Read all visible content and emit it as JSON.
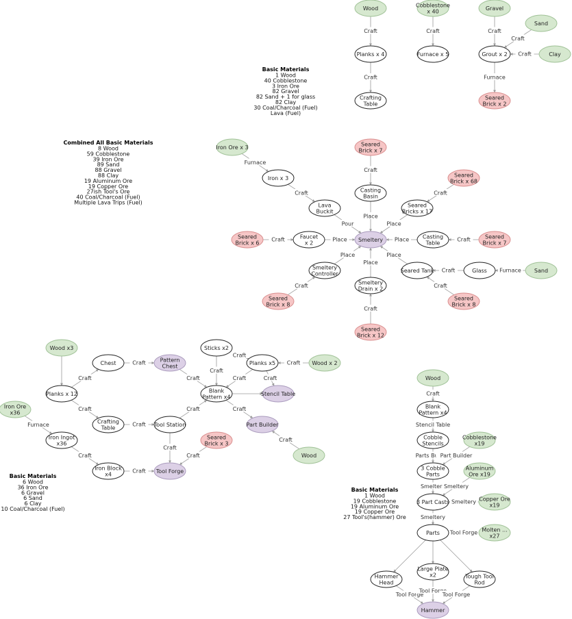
{
  "colors": {
    "white": {
      "fill": "#ffffff",
      "stroke": "#222222"
    },
    "green": {
      "fill": "#d6e8cf",
      "stroke": "#9fc196"
    },
    "red": {
      "fill": "#f6c6c6",
      "stroke": "#d98e8e"
    },
    "purple": {
      "fill": "#dcd0e6",
      "stroke": "#a99abc"
    },
    "edge": "#9a9a9a"
  },
  "notes": [
    {
      "id": "note1",
      "title": "Basic Materials",
      "lines": [
        "1 Wood",
        "40 Cobblestone",
        "3 Iron Ore",
        "82 Gravel",
        "82 Sand + 1 for glass",
        "82 Clay",
        "30 Coal/Charcoal (Fuel)",
        "Lava (Fuel)"
      ]
    },
    {
      "id": "note2",
      "title": "Combined All Basic Materials",
      "lines": [
        "8 Wood",
        "59 Cobblestone",
        "39 Iron Ore",
        "89 Sand",
        "88 Gravel",
        "88 Clay",
        "19 Aluminum Ore",
        "19 Copper Ore",
        "27ish Tool's Ore",
        "40 Coal/Charcoal (Fuel)",
        "Multiple Lava Trips (Fuel)"
      ]
    },
    {
      "id": "note3",
      "title": "Basic Materials",
      "lines": [
        "6 Wood",
        "36 Iron Ore",
        "6 Gravel",
        "6 Sand",
        "6 Clay",
        "10 Coal/Charcoal (Fuel)"
      ]
    },
    {
      "id": "note4",
      "title": "Basic Materials",
      "lines": [
        "1 Wood",
        "19 Cobblestone",
        "19 Aluminum Ore",
        "19 Copper Ore",
        "27 Tool's(hammer) Ore"
      ]
    }
  ],
  "nodes": [
    {
      "id": "wood1",
      "label": [
        "Wood"
      ],
      "color": "green"
    },
    {
      "id": "cobble40",
      "label": [
        "Cobblestone",
        "x 40"
      ],
      "color": "green"
    },
    {
      "id": "gravel",
      "label": [
        "Gravel"
      ],
      "color": "green"
    },
    {
      "id": "sand1",
      "label": [
        "Sand"
      ],
      "color": "green"
    },
    {
      "id": "clay",
      "label": [
        "Clay"
      ],
      "color": "green"
    },
    {
      "id": "planks4",
      "label": [
        "Planks x 4"
      ],
      "color": "white"
    },
    {
      "id": "furnace5",
      "label": [
        "Furnace x 5"
      ],
      "color": "white"
    },
    {
      "id": "grout2",
      "label": [
        "Grout x 2"
      ],
      "color": "white"
    },
    {
      "id": "crafttable1",
      "label": [
        "Crafting",
        "Table"
      ],
      "color": "white"
    },
    {
      "id": "seared2",
      "label": [
        "Seared",
        "Brick x 2"
      ],
      "color": "red"
    },
    {
      "id": "ironore3",
      "label": [
        "Iron Ore x 3"
      ],
      "color": "green"
    },
    {
      "id": "seared7a",
      "label": [
        "Seared",
        "Brick x 7"
      ],
      "color": "red"
    },
    {
      "id": "iron3",
      "label": [
        "Iron x 3"
      ],
      "color": "white"
    },
    {
      "id": "seared68",
      "label": [
        "Seared",
        "Brick x 68"
      ],
      "color": "red"
    },
    {
      "id": "castbasin",
      "label": [
        "Casting",
        "Basin"
      ],
      "color": "white"
    },
    {
      "id": "lavabuckit",
      "label": [
        "Lava",
        "Buckit"
      ],
      "color": "white"
    },
    {
      "id": "searedbricks17",
      "label": [
        "Seared",
        "Bricks x 17"
      ],
      "color": "white"
    },
    {
      "id": "seared6",
      "label": [
        "Seared",
        "Brick x 6"
      ],
      "color": "red"
    },
    {
      "id": "faucet",
      "label": [
        "Faucet",
        "x 2"
      ],
      "color": "white"
    },
    {
      "id": "smeltery",
      "label": [
        "Smeltery"
      ],
      "color": "purple"
    },
    {
      "id": "casttable",
      "label": [
        "Casting",
        "Table"
      ],
      "color": "white"
    },
    {
      "id": "seared7b",
      "label": [
        "Seared",
        "Brick x 7"
      ],
      "color": "red"
    },
    {
      "id": "smeltctrl",
      "label": [
        "Smeltery",
        "Controller"
      ],
      "color": "white"
    },
    {
      "id": "searedtank",
      "label": [
        "Seared Tank"
      ],
      "color": "white"
    },
    {
      "id": "glass",
      "label": [
        "Glass"
      ],
      "color": "white"
    },
    {
      "id": "sand2",
      "label": [
        "Sand"
      ],
      "color": "green"
    },
    {
      "id": "smeltdrain",
      "label": [
        "Smeltery",
        "Drain x 2"
      ],
      "color": "white"
    },
    {
      "id": "seared8a",
      "label": [
        "Seared",
        "Brick x 8"
      ],
      "color": "red"
    },
    {
      "id": "seared8b",
      "label": [
        "Seared",
        "Brick x 8"
      ],
      "color": "red"
    },
    {
      "id": "seared12",
      "label": [
        "Seared",
        "Brick x 12"
      ],
      "color": "red"
    },
    {
      "id": "wood3",
      "label": [
        "Wood x3"
      ],
      "color": "green"
    },
    {
      "id": "chest",
      "label": [
        "Chest"
      ],
      "color": "white"
    },
    {
      "id": "patternchest",
      "label": [
        "Pattern",
        "Chest"
      ],
      "color": "purple"
    },
    {
      "id": "sticks2",
      "label": [
        "Sticks x2"
      ],
      "color": "white"
    },
    {
      "id": "planks5",
      "label": [
        "Planks x5"
      ],
      "color": "white"
    },
    {
      "id": "wood2",
      "label": [
        "Wood x 2"
      ],
      "color": "green"
    },
    {
      "id": "planks12",
      "label": [
        "Planks x 12"
      ],
      "color": "white"
    },
    {
      "id": "blankpattern4",
      "label": [
        "Blank",
        "Pattern x4"
      ],
      "color": "white"
    },
    {
      "id": "stenciltable",
      "label": [
        "Stencil Table"
      ],
      "color": "purple"
    },
    {
      "id": "ironore36",
      "label": [
        "Iron Ore",
        "x36"
      ],
      "color": "green"
    },
    {
      "id": "crafttable2",
      "label": [
        "Crafting",
        "Table"
      ],
      "color": "white"
    },
    {
      "id": "toolstation",
      "label": [
        "Tool Station"
      ],
      "color": "white"
    },
    {
      "id": "partbuilder",
      "label": [
        "Part Builder"
      ],
      "color": "purple"
    },
    {
      "id": "ironingot",
      "label": [
        "Iron Ingot",
        "x36"
      ],
      "color": "white"
    },
    {
      "id": "seared3",
      "label": [
        "Seared",
        "Brick x 3"
      ],
      "color": "red"
    },
    {
      "id": "wood4",
      "label": [
        "Wood"
      ],
      "color": "green"
    },
    {
      "id": "ironblock",
      "label": [
        "Iron Block",
        "x4"
      ],
      "color": "white"
    },
    {
      "id": "toolforge",
      "label": [
        "Tool Forge"
      ],
      "color": "purple"
    },
    {
      "id": "wood5",
      "label": [
        "Wood"
      ],
      "color": "green"
    },
    {
      "id": "blankpattern4b",
      "label": [
        "Blank",
        "Pattern x4"
      ],
      "color": "white"
    },
    {
      "id": "cobblestencils",
      "label": [
        "Cobble",
        "Stencils"
      ],
      "color": "white"
    },
    {
      "id": "cobble19",
      "label": [
        "Cobblestone",
        "x19"
      ],
      "color": "green"
    },
    {
      "id": "cobbleparts",
      "label": [
        "3 Cobble",
        "Parts"
      ],
      "color": "white"
    },
    {
      "id": "alum19",
      "label": [
        "Aluminum",
        "Ore x19"
      ],
      "color": "green"
    },
    {
      "id": "partcasts",
      "label": [
        "3 Part Casts"
      ],
      "color": "white"
    },
    {
      "id": "copper19",
      "label": [
        "Copper Ore",
        "x19"
      ],
      "color": "green"
    },
    {
      "id": "parts",
      "label": [
        "Parts"
      ],
      "color": "white"
    },
    {
      "id": "molten27",
      "label": [
        "Molten ...",
        "x27"
      ],
      "color": "green"
    },
    {
      "id": "hammerhead",
      "label": [
        "Hammer",
        "Head"
      ],
      "color": "white"
    },
    {
      "id": "largeplate",
      "label": [
        "Large Plate",
        "x2"
      ],
      "color": "white"
    },
    {
      "id": "toughrod",
      "label": [
        "Tough Tool",
        "Rod"
      ],
      "color": "white"
    },
    {
      "id": "hammer",
      "label": [
        "Hammer"
      ],
      "color": "purple"
    }
  ],
  "edges": [
    {
      "from": "wood1",
      "to": "planks4",
      "label": "Craft"
    },
    {
      "from": "planks4",
      "to": "crafttable1",
      "label": "Craft"
    },
    {
      "from": "cobble40",
      "to": "furnace5",
      "label": "Craft"
    },
    {
      "from": "gravel",
      "to": "grout2",
      "label": "Craft"
    },
    {
      "from": "sand1",
      "to": "grout2",
      "label": "Craft"
    },
    {
      "from": "clay",
      "to": "grout2",
      "label": "Craft"
    },
    {
      "from": "grout2",
      "to": "seared2",
      "label": "Furnace"
    },
    {
      "from": "ironore3",
      "to": "iron3",
      "label": "Furnace"
    },
    {
      "from": "iron3",
      "to": "lavabuckit",
      "label": "Craft"
    },
    {
      "from": "lavabuckit",
      "to": "smeltery",
      "label": "Pour"
    },
    {
      "from": "seared7a",
      "to": "castbasin",
      "label": "Craft"
    },
    {
      "from": "castbasin",
      "to": "smeltery",
      "label": "Place"
    },
    {
      "from": "seared68",
      "to": "searedbricks17",
      "label": "Craft"
    },
    {
      "from": "searedbricks17",
      "to": "smeltery",
      "label": "Place"
    },
    {
      "from": "seared6",
      "to": "faucet",
      "label": "Craft"
    },
    {
      "from": "faucet",
      "to": "smeltery",
      "label": "Place"
    },
    {
      "from": "casttable",
      "to": "smeltery",
      "label": "Place"
    },
    {
      "from": "seared7b",
      "to": "casttable",
      "label": "Craft"
    },
    {
      "from": "smeltctrl",
      "to": "smeltery",
      "label": "Place"
    },
    {
      "from": "seared8a",
      "to": "smeltctrl",
      "label": "Craft"
    },
    {
      "from": "smeltdrain",
      "to": "smeltery",
      "label": "Place"
    },
    {
      "from": "seared12",
      "to": "smeltdrain",
      "label": "Craft"
    },
    {
      "from": "searedtank",
      "to": "smeltery",
      "label": "Place"
    },
    {
      "from": "glass",
      "to": "searedtank",
      "label": "Craft"
    },
    {
      "from": "sand2",
      "to": "glass",
      "label": "Furnace"
    },
    {
      "from": "seared8b",
      "to": "searedtank",
      "label": "Craft"
    },
    {
      "from": "wood3",
      "to": "planks12",
      "label": ""
    },
    {
      "from": "planks12",
      "to": "chest",
      "label": "Craft"
    },
    {
      "from": "chest",
      "to": "patternchest",
      "label": "Craft"
    },
    {
      "from": "patternchest",
      "to": "blankpattern4",
      "label": "Craft"
    },
    {
      "from": "sticks2",
      "to": "blankpattern4",
      "label": "Craft"
    },
    {
      "from": "sticks2",
      "to": "planks5",
      "label": "Craft"
    },
    {
      "from": "wood2",
      "to": "planks5",
      "label": "Craft"
    },
    {
      "from": "planks5",
      "to": "blankpattern4",
      "label": "Craft"
    },
    {
      "from": "planks5",
      "to": "stenciltable",
      "label": "Craft"
    },
    {
      "from": "blankpattern4",
      "to": "stenciltable",
      "label": ""
    },
    {
      "from": "planks12",
      "to": "crafttable2",
      "label": "Craft"
    },
    {
      "from": "ironore36",
      "to": "ironingot",
      "label": "Furnace"
    },
    {
      "from": "crafttable2",
      "to": "toolstation",
      "label": "Craft"
    },
    {
      "from": "toolstation",
      "to": "blankpattern4",
      "label": "Craft"
    },
    {
      "from": "blankpattern4",
      "to": "partbuilder",
      "label": "Craft"
    },
    {
      "from": "wood4",
      "to": "partbuilder",
      "label": "Craft"
    },
    {
      "from": "toolstation",
      "to": "toolforge",
      "label": "Craft"
    },
    {
      "from": "seared3",
      "to": "toolforge",
      "label": "Craft"
    },
    {
      "from": "ironingot",
      "to": "ironblock",
      "label": "Craft"
    },
    {
      "from": "ironblock",
      "to": "toolforge",
      "label": "Craft"
    },
    {
      "from": "wood5",
      "to": "blankpattern4b",
      "label": "Craft"
    },
    {
      "from": "blankpattern4b",
      "to": "cobblestencils",
      "label": "Stencil Table"
    },
    {
      "from": "cobblestencils",
      "to": "cobbleparts",
      "label": "Parts Builder"
    },
    {
      "from": "cobble19",
      "to": "cobbleparts",
      "label": "Part Builder"
    },
    {
      "from": "cobbleparts",
      "to": "partcasts",
      "label": "Smeltery"
    },
    {
      "from": "alum19",
      "to": "partcasts",
      "label": "Smeltery"
    },
    {
      "from": "copper19",
      "to": "partcasts",
      "label": "Smeltery"
    },
    {
      "from": "partcasts",
      "to": "parts",
      "label": "Smeltery"
    },
    {
      "from": "molten27",
      "to": "parts",
      "label": "Tool Forge"
    },
    {
      "from": "parts",
      "to": "hammerhead",
      "label": ""
    },
    {
      "from": "parts",
      "to": "largeplate",
      "label": ""
    },
    {
      "from": "parts",
      "to": "toughrod",
      "label": ""
    },
    {
      "from": "hammerhead",
      "to": "hammer",
      "label": "Tool Forge"
    },
    {
      "from": "largeplate",
      "to": "hammer",
      "label": "Tool Forge"
    },
    {
      "from": "toughrod",
      "to": "hammer",
      "label": "Tool Forge"
    }
  ]
}
